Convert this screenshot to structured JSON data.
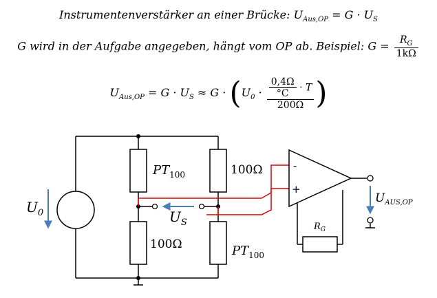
{
  "equations": {
    "line1_text": "Instrumentenverstärker an einer Brücke: ",
    "line1_lhs": "U",
    "line1_lhs_sub": "Aus,OP",
    "line1_rhs": " = G · U",
    "line1_rhs_sub": "S",
    "line2_text": "G wird in der Aufgabe angegeben, hängt vom OP ab. Beispiel: G = ",
    "line2_frac_num": "R",
    "line2_frac_num_sub": "G",
    "line2_frac_den": "1kΩ",
    "line3_lhs": "U",
    "line3_lhs_sub": "Aus,OP",
    "line3_mid": " = G · U",
    "line3_mid_sub": "S",
    "line3_approx": " ≈ G · ",
    "line3_u0": "U",
    "line3_u0_sub": "0",
    "line3_dot": " · ",
    "line3_inner_num": "0,4Ω",
    "line3_inner_den": "°C",
    "line3_inner_t": " · T",
    "line3_outer_den": "200Ω"
  },
  "circuit": {
    "source_label": "U",
    "source_label_sub": "0",
    "pt100_top": "PT",
    "pt100_top_sub": "100",
    "r100_top": "100Ω",
    "r100_bottom": "100Ω",
    "pt100_bottom": "PT",
    "pt100_bottom_sub": "100",
    "us_label": "U",
    "us_label_sub": "S",
    "op_minus": "-",
    "op_plus": "+",
    "rg_label": "R",
    "rg_label_sub": "G",
    "uaus_label": "U",
    "uaus_label_sub": "AUS,OP",
    "colors": {
      "wire": "#000000",
      "signal": "#e00000",
      "arrow": "#4a7ebb"
    }
  }
}
